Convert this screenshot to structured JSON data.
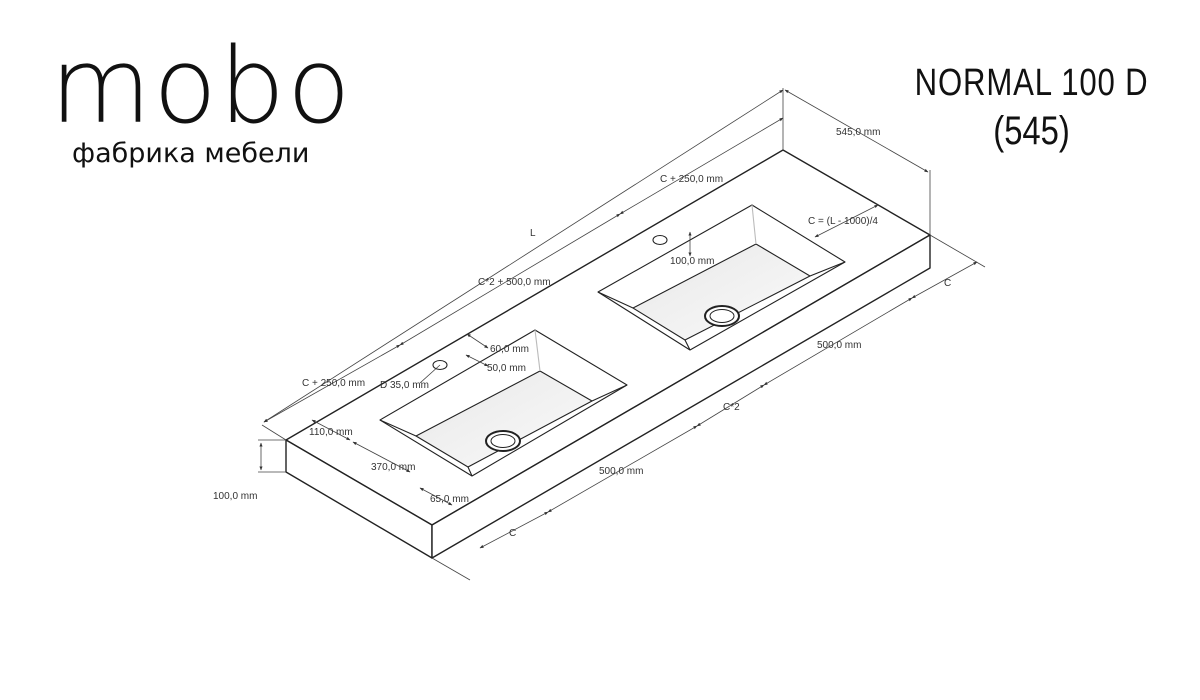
{
  "brand": {
    "logo_text": "mobo",
    "subtitle": "фабрика мебели"
  },
  "product": {
    "name": "NORMAL 100 D",
    "code": "(545)"
  },
  "dimensions": {
    "depth": "545,0 mm",
    "length": "L",
    "c_plus_250_top": "C + 250,0 mm",
    "c_formula": "C = (L - 1000)/4",
    "c_half_plus_500": "C*2 + 500,0 mm",
    "basin_depth_offset": "100,0 mm",
    "c_right": "C",
    "right_basin_width": "500,0 mm",
    "c_half_front": "C*2",
    "c_plus_250_left": "C + 250,0 mm",
    "hole_offset_60": "60,0 mm",
    "hole_offset_50": "50,0 mm",
    "hole_diameter": "D 35,0 mm",
    "front_offset": "110,0 mm",
    "basin_depth": "370,0 mm",
    "left_basin_width": "500,0 mm",
    "side_offset": "65,0 mm",
    "height": "100,0 mm",
    "c_left": "C"
  }
}
